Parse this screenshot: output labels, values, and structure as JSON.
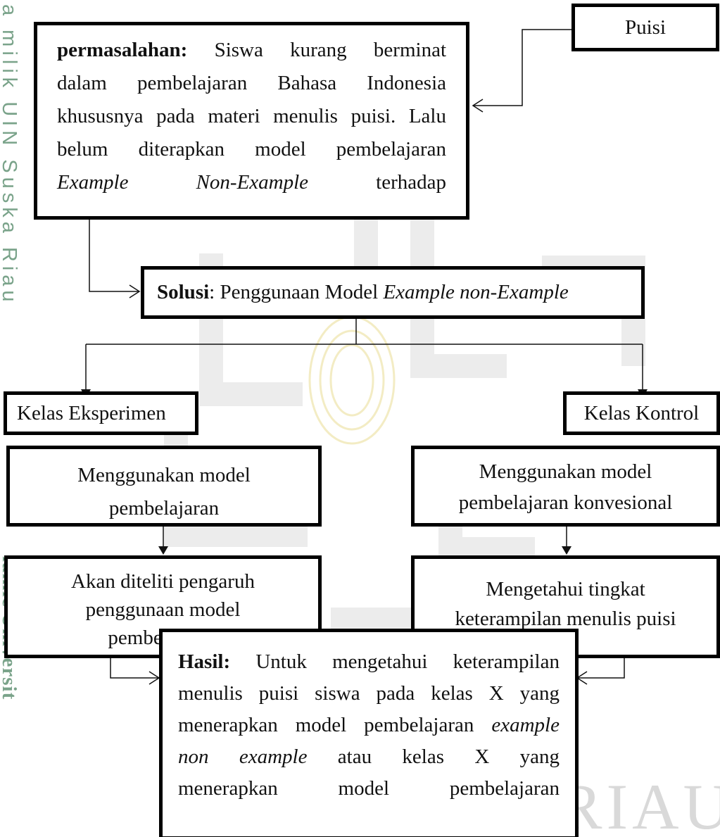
{
  "watermark": {
    "side_text": "a milik UIN Suska Riau",
    "side_text_2": "lamic Universit",
    "bottom_text": "RIAU"
  },
  "diagram": {
    "puisi": "Puisi",
    "permasalahan": {
      "label": "permasalahan:",
      "lines": [
        "Siswa kurang berminat",
        "dalam pembelajaran Bahasa Indonesia",
        "khususnya pada materi menulis puisi. Lalu",
        "belum diterapkan model pembelajaran"
      ],
      "last_line": {
        "a": "Example",
        "b": "Non-Example",
        "c": "terhadap"
      }
    },
    "solusi": {
      "label": "Solusi",
      "text": ":  Penggunaan Model ",
      "italic": "Example non-Example"
    },
    "kelas_eksperimen": "Kelas Eksperimen",
    "kelas_kontrol": "Kelas Kontrol",
    "menggunakan_kiri": [
      "Menggunakan model",
      "pembelajaran"
    ],
    "menggunakan_kanan": [
      "Menggunakan model",
      "pembelajaran konvesional"
    ],
    "diteliti": [
      "Akan diteliti pengaruh",
      "penggunaan model",
      "pembelajaran"
    ],
    "mengetahui": [
      "Mengetahui tingkat",
      "keterampilan menulis puisi"
    ],
    "hasil": {
      "label": "Hasil:",
      "l1": "Untuk mengetahui keterampilan",
      "l2": "menulis puisi siswa pada kelas X yang",
      "l3a": "menerapkan model pembelajaran ",
      "l3b": "example",
      "l4a": "non",
      "l4b": "example",
      "l4c": "atau",
      "l4d": "kelas",
      "l4e": "X",
      "l4f": "yang",
      "l5a": "menerapkan",
      "l5b": "model",
      "l5c": "pembelajaran"
    }
  }
}
